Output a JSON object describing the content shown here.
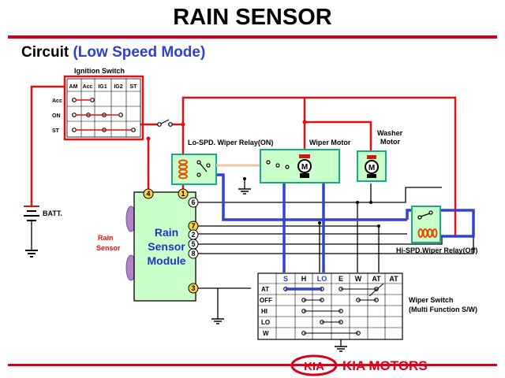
{
  "title": "RAIN SENSOR",
  "subtitle": {
    "prefix": "Circuit",
    "mode": "(Low Speed Mode)"
  },
  "ignition": {
    "title": "Ignition Switch",
    "cols": [
      "AM",
      "Acc",
      "IG1",
      "IG2",
      "ST"
    ],
    "rows": [
      "Acc",
      "ON",
      "ST"
    ]
  },
  "battery_label": "BATT.",
  "rain_sensor_label": [
    "Rain",
    "Sensor"
  ],
  "module_label": [
    "Rain",
    "Sensor",
    "Module"
  ],
  "module_pins": [
    "4",
    "1",
    "6",
    "7",
    "2",
    "5",
    "8",
    "3"
  ],
  "lo_relay_label": "Lo-SPD. Wiper Relay(ON)",
  "wiper_motor_label": "Wiper Motor",
  "washer_label": [
    "Washer",
    "Motor"
  ],
  "hi_relay_label": "Hi-SPD.Wiper Relay(Off)",
  "motor_glyph": "M",
  "wiper_switch": {
    "title": [
      "Wiper Switch",
      "(Multi Function S/W)"
    ],
    "cols": [
      "S",
      "H",
      "LO",
      "E",
      "W",
      "AT",
      "AT"
    ],
    "rows": [
      "AT",
      "OFF",
      "HI",
      "LO",
      "W"
    ]
  },
  "footer": {
    "logo": "KIA",
    "brand": "KIA MOTORS"
  },
  "colors": {
    "red": "#e01010",
    "blue": "#3344cc",
    "green": "#1aaa8a",
    "fill": "#c9ffc9",
    "brand": "#d7001d"
  }
}
